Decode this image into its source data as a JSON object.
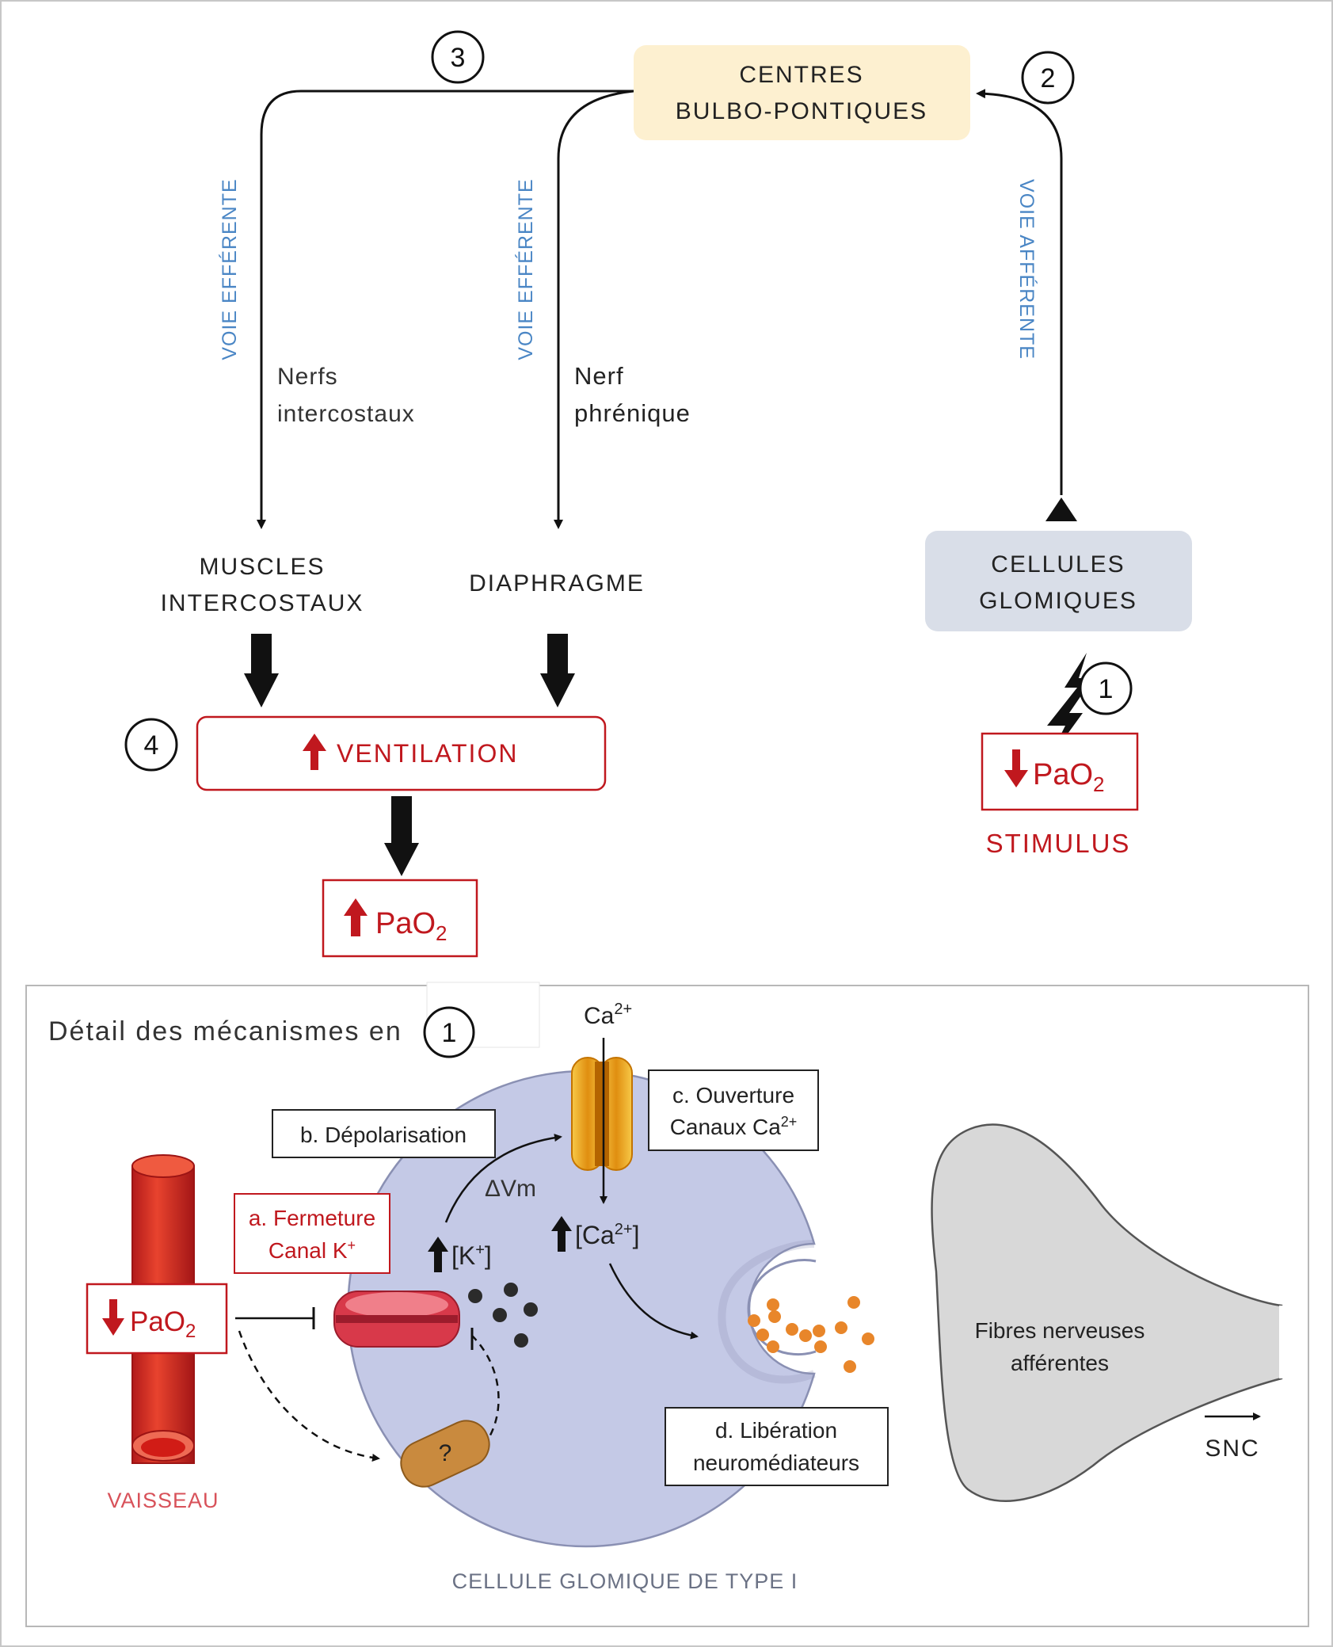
{
  "top": {
    "centres": {
      "line1": "CENTRES",
      "line2": "BULBO-PONTIQUES"
    },
    "steps": {
      "s1": "1",
      "s2": "2",
      "s3": "3",
      "s4": "4"
    },
    "voie_efferente_left": "VOIE EFFÉRENTE",
    "voie_efferente_mid": "VOIE EFFÉRENTE",
    "voie_afferente": "VOIE AFFÉRENTE",
    "nerfs_intercostaux": {
      "line1": "Nerfs",
      "line2": "intercostaux"
    },
    "nerf_phrenique": {
      "line1": "Nerf",
      "line2": "phrénique"
    },
    "muscles": {
      "line1": "MUSCLES",
      "line2": "INTERCOSTAUX"
    },
    "diaphragme": "DIAPHRAGME",
    "cellules": {
      "line1": "CELLULES",
      "line2": "GLOMIQUES"
    },
    "ventilation": "VENTILATION",
    "pao2_main": "PaO",
    "pao2_sub": "2",
    "stimulus": "STIMULUS"
  },
  "detail": {
    "title": "Détail des mécanismes en",
    "title_step": "1",
    "ca_top": "Ca",
    "ca_top_sup": "2+",
    "label_c": {
      "line1": "c. Ouverture",
      "line2": "Canaux Ca",
      "line2_sup": "2+"
    },
    "label_b": "b. Dépolarisation",
    "delta_vm": "ΔVm",
    "label_a": {
      "line1": "a. Fermeture",
      "line2": "Canal K",
      "line2_sup": "+"
    },
    "k_conc": "[K",
    "k_sup": "+",
    "k_close": "]",
    "ca_conc": "[Ca",
    "ca_sup": "2+",
    "ca_close": "]",
    "pao2_main": "PaO",
    "pao2_sub": "2",
    "unknown": "?",
    "label_d": {
      "line1": "d. Libération",
      "line2": "neuromédiateurs"
    },
    "fibres": {
      "line1": "Fibres nerveuses",
      "line2": "afférentes"
    },
    "snc": "SNC",
    "vaisseau": "VAISSEAU",
    "cell_caption": "CELLULE GLOMIQUE DE TYPE I"
  },
  "colors": {
    "red": "#c0181e",
    "blue_label": "#4a86c5",
    "centres_fill": "#fdf0d0",
    "cellules_fill": "#d9dee8",
    "cell_fill": "#c4c9e6",
    "fibre_fill": "#d8d8d8",
    "ca_channel": "#f2b31a",
    "k_channel": "#d8394a",
    "orange_dot": "#e8862a"
  }
}
